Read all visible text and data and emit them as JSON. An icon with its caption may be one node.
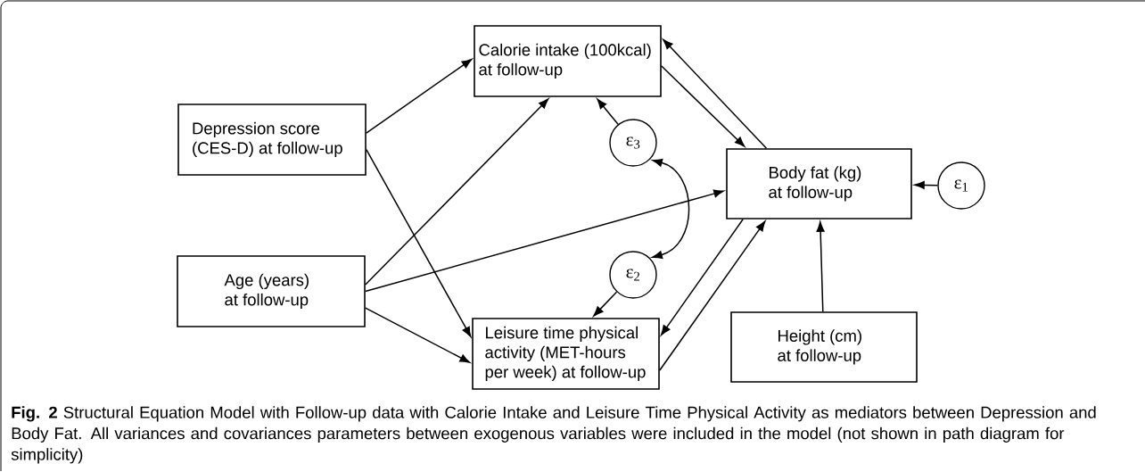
{
  "diagram": {
    "caption": "**Fig. 2** Structural Equation Model with Follow-up data with Calorie Intake and Leisure Time Physical Activity as mediators between Depression and Body Fat. All variances and covariances parameters between exogenous variables were included in the model (not shown in path diagram for simplicity)",
    "nodes": [
      {
        "text": [
          "Calorie intake (100kcal) at follow-up"
        ]
      },
      {
        "text": [
          "Depression score (CES-D) at follow-up"
        ]
      },
      {
        "text": [
          "ε$_{3}$"
        ]
      },
      {
        "text": [
          "Body fat (kg) at follow-up"
        ]
      },
      {
        "text": [
          "ε$_{1}$"
        ]
      },
      {
        "text": [
          "Age (years) at follow-up"
        ]
      },
      {
        "text": [
          "ε$_{2}$"
        ]
      },
      {
        "text": [
          "Leisure time physical activity (MET-hours per week) at follow-up"
        ]
      },
      {
        "text": [
          "Height (cm) at follow-up"
        ]
      }
    ],
    "edges": [
      {
        "from": 1,
        "to": 0,
        "arrow": "to"
      },
      {
        "from": 1,
        "to": 7,
        "arrow": "to"
      },
      {
        "from": 5,
        "to": 0,
        "arrow": "to"
      },
      {
        "from": 5,
        "to": 3,
        "arrow": "to"
      },
      {
        "from": 5,
        "to": 7,
        "arrow": "to"
      },
      {
        "from": 0,
        "to": 3,
        "arrow": "to"
      },
      {
        "from": 3,
        "to": 0,
        "arrow": "to"
      },
      {
        "from": 3,
        "to": 7,
        "arrow": "to"
      },
      {
        "from": 7,
        "to": 3,
        "arrow": "to"
      },
      {
        "from": 2,
        "to": 0,
        "arrow": "to"
      },
      {
        "from": 6,
        "to": 7,
        "arrow": "to"
      },
      {
        "from": 2,
        "to": 6,
        "arrow": "both"
      },
      {
        "from": 4,
        "to": 3,
        "arrow": "to"
      },
      {
        "from": 8,
        "to": 3,
        "arrow": "to"
      }
    ]
  }
}
